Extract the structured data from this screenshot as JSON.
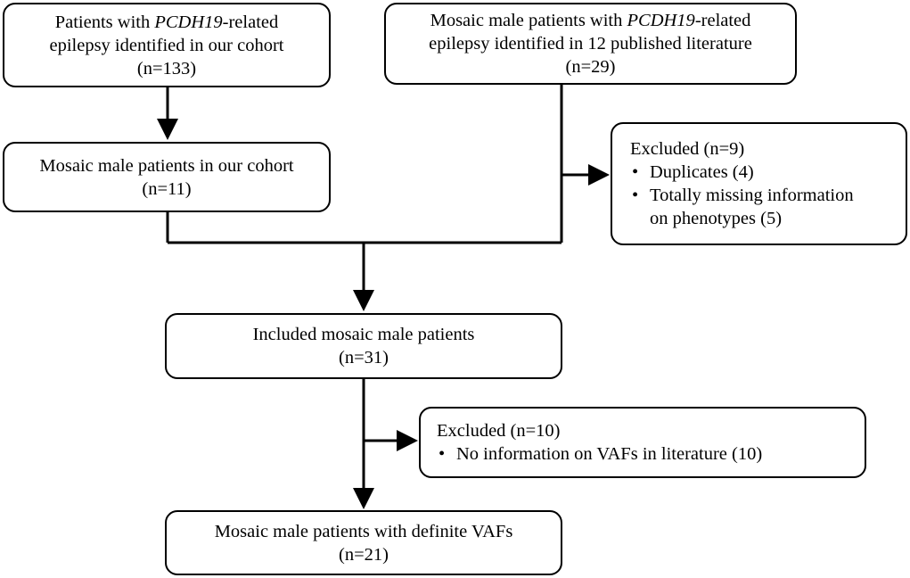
{
  "nodes": {
    "cohort_patients": {
      "line1_prefix": "Patients with ",
      "line1_gene": "PCDH19",
      "line1_suffix": "-related",
      "line2": "epilepsy identified in our cohort",
      "count": "(n=133)"
    },
    "literature_patients": {
      "line1_prefix": "Mosaic male patients with ",
      "line1_gene": "PCDH19",
      "line1_suffix": "-related",
      "line2": "epilepsy identified in 12 published literature",
      "count": "(n=29)"
    },
    "cohort_mosaic": {
      "line1": "Mosaic male patients in our cohort",
      "count": "(n=11)"
    },
    "excluded_first": {
      "title": "Excluded (n=9)",
      "items": [
        "Duplicates (4)",
        "Totally missing information"
      ],
      "item2_continuation": "on phenotypes (5)"
    },
    "included": {
      "line1": "Included mosaic male patients",
      "count": "(n=31)"
    },
    "excluded_second": {
      "title": "Excluded (n=10)",
      "items": [
        "No information on VAFs in literature (10)"
      ]
    },
    "final": {
      "line1": "Mosaic male patients with definite VAFs",
      "count": "(n=21)"
    }
  },
  "colors": {
    "stroke": "#000000",
    "background": "#ffffff"
  }
}
